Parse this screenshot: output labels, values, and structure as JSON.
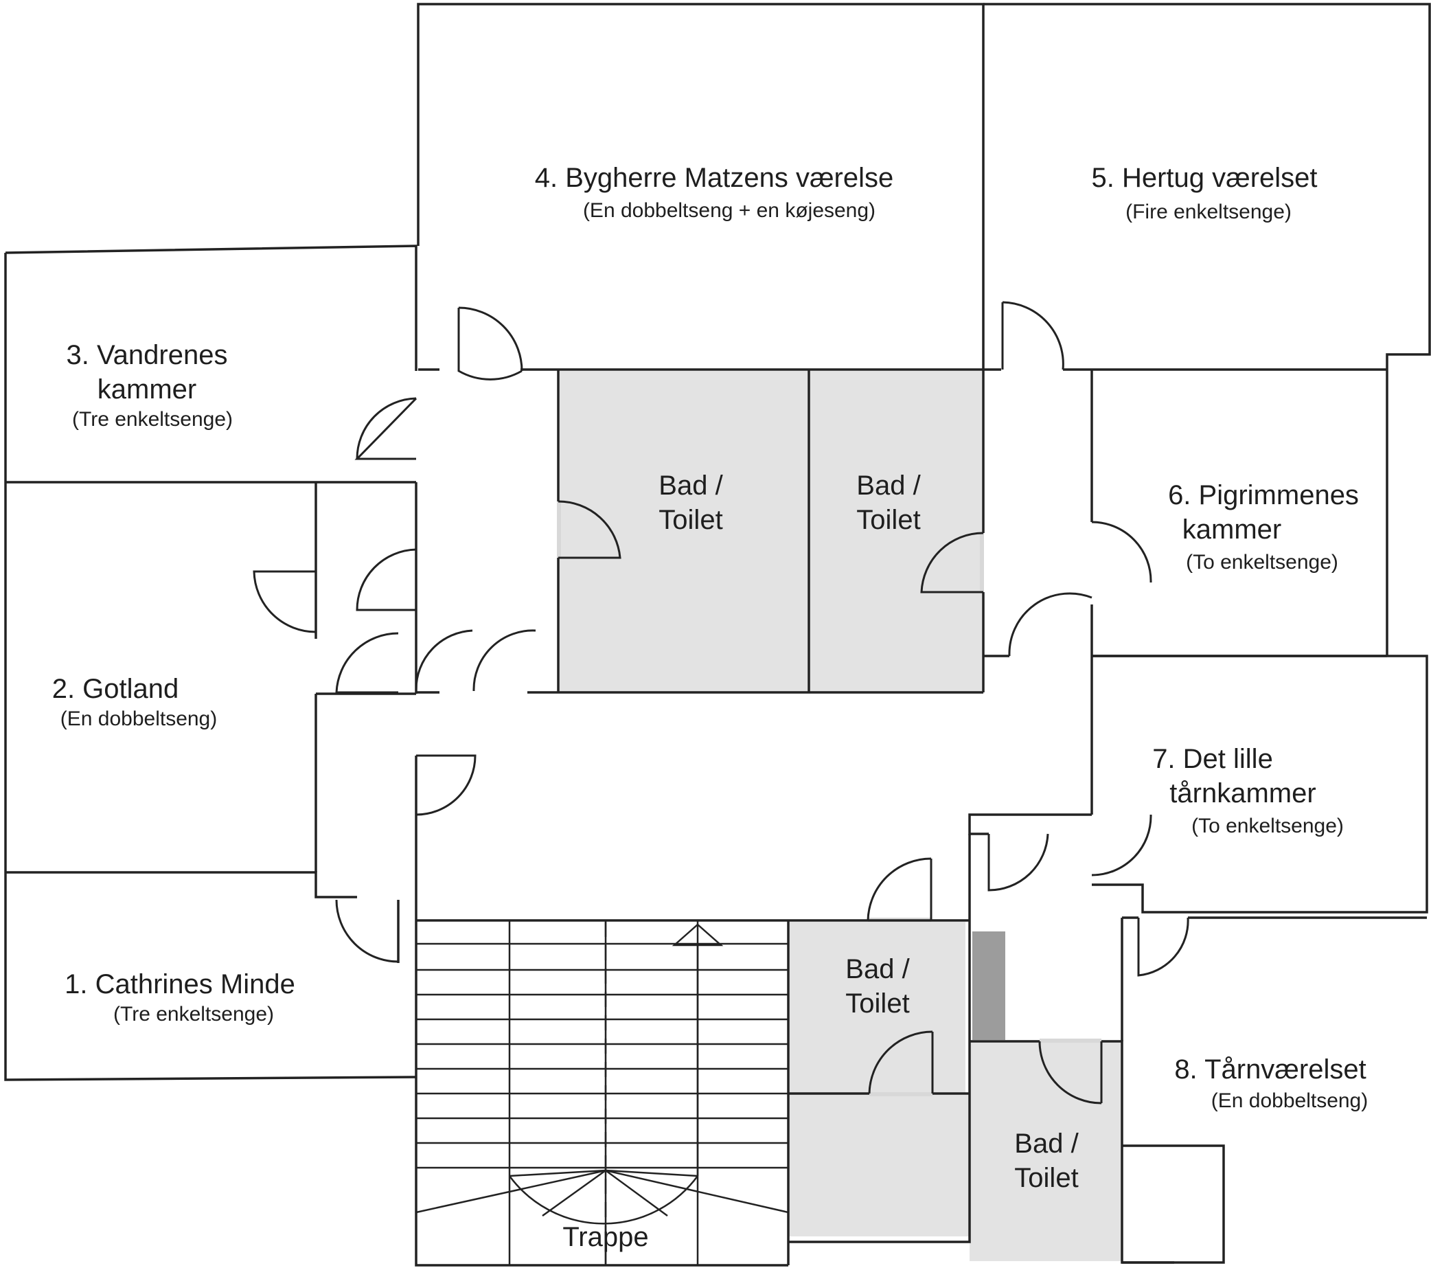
{
  "rooms": [
    {
      "id": "r1",
      "name": "1. Cathrines Minde",
      "beds": "(Tre enkeltsenge)"
    },
    {
      "id": "r2",
      "name": "2. Gotland",
      "beds": "(En dobbeltseng)"
    },
    {
      "id": "r3",
      "name_line1": "3. Vandrenes",
      "name_line2": "kammer",
      "beds": "(Tre enkeltsenge)"
    },
    {
      "id": "r4",
      "name": "4. Bygherre Matzens værelse",
      "beds": "(En dobbeltseng + en køjeseng)"
    },
    {
      "id": "r5",
      "name": "5. Hertug værelset",
      "beds": "(Fire enkeltsenge)"
    },
    {
      "id": "r6",
      "name_line1": "6. Pigrimmenes",
      "name_line2": "kammer",
      "beds": "(To enkeltsenge)"
    },
    {
      "id": "r7",
      "name_line1": "7. Det lille",
      "name_line2": "tårnkammer",
      "beds": "(To enkeltsenge)"
    },
    {
      "id": "r8",
      "name": "8. Tårnværelset",
      "beds": "(En dobbeltseng)"
    }
  ],
  "bathroom": {
    "line1": "Bad /",
    "line2": "Toilet"
  },
  "stairs": {
    "label": "Trappe"
  },
  "colors": {
    "wall": "#222222",
    "bath_fill": "#e3e3e3",
    "dark_fill": "#9c9c9c",
    "door_sill": "#d8d8d8"
  }
}
